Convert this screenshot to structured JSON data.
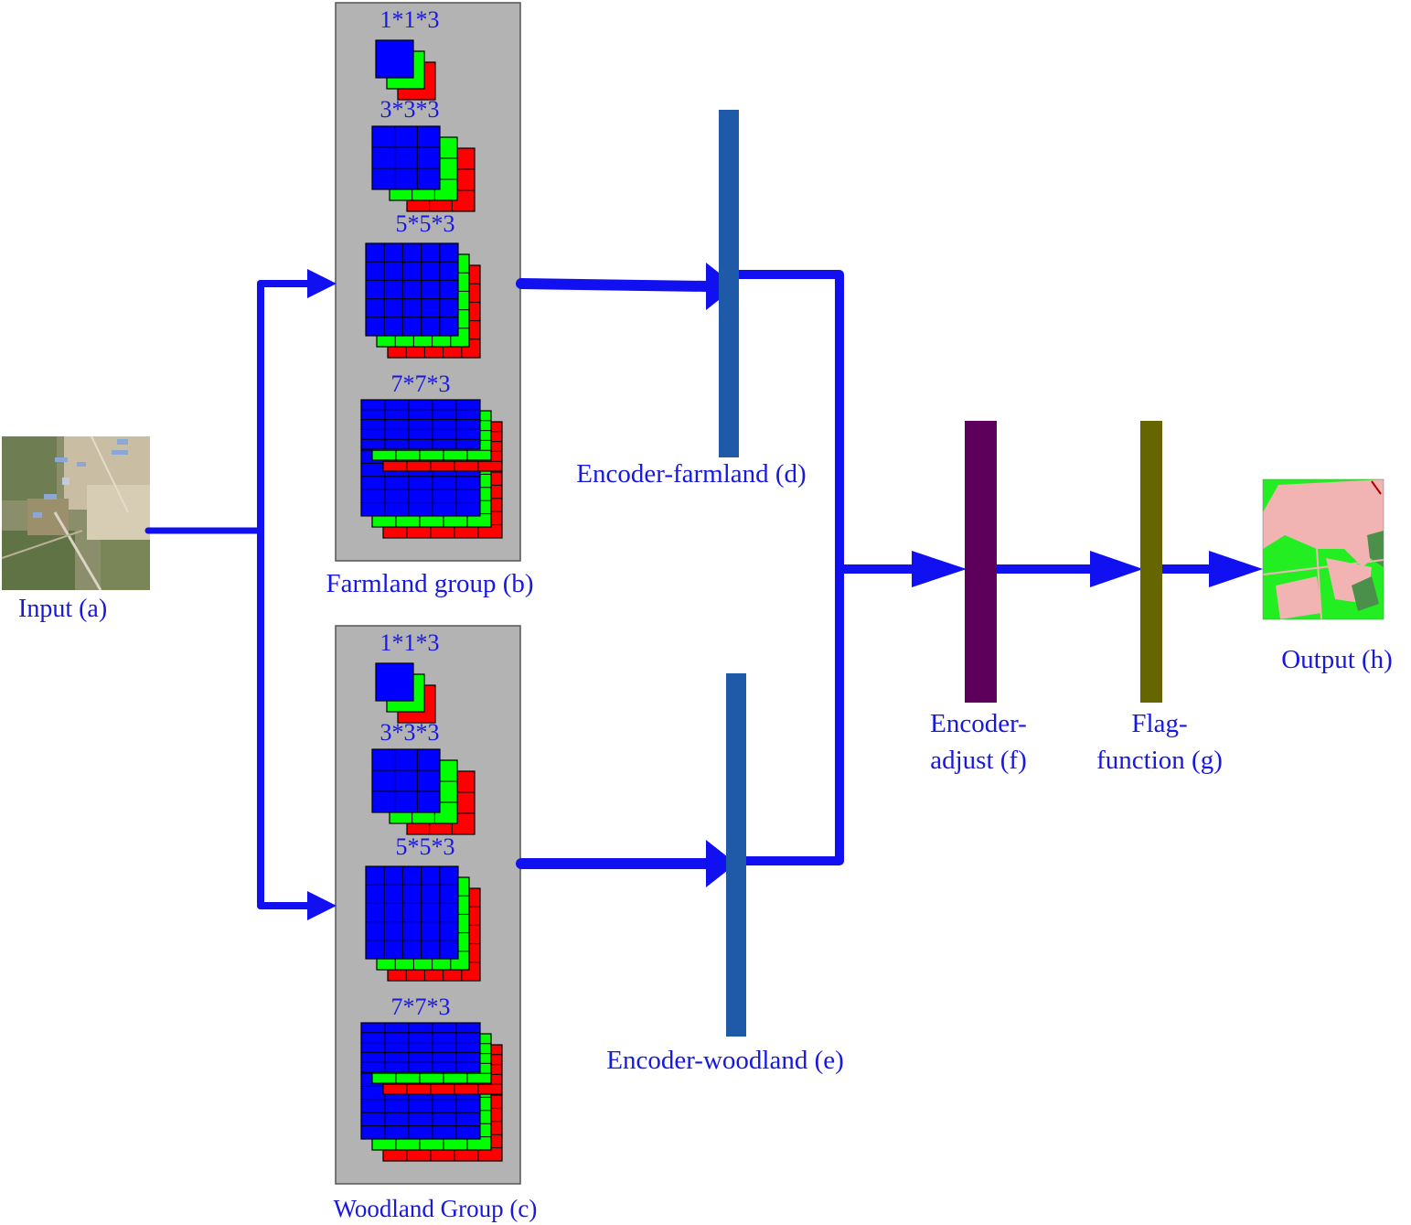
{
  "labels": {
    "input": "Input (a)",
    "farmland_group": "Farmland group (b)",
    "woodland_group": "Woodland Group (c)",
    "encoder_farmland": "Encoder-farmland (d)",
    "encoder_woodland": "Encoder-woodland (e)",
    "encoder_adjust_line1": "Encoder-",
    "encoder_adjust_line2": "adjust (f)",
    "flag_function_line1": "Flag-",
    "flag_function_line2": "function (g)",
    "output": "Output (h)"
  },
  "kernels": {
    "k1": "1*1*3",
    "k3": "3*3*3",
    "k5": "5*5*3",
    "k7": "7*7*3"
  },
  "colors": {
    "arrow": "#1010f0",
    "encoder_bar": "#1f5aa8",
    "encoder_adjust": "#5c005c",
    "flag_function": "#666600",
    "group_panel": "#b3b3b3",
    "channel_blue": "#0000ff",
    "channel_green": "#00ff00",
    "channel_red": "#ff0000",
    "output_pink": "#f0b0b0",
    "output_green": "#22ee22"
  },
  "images": {
    "input": "satellite-image",
    "output": "classification-map"
  }
}
